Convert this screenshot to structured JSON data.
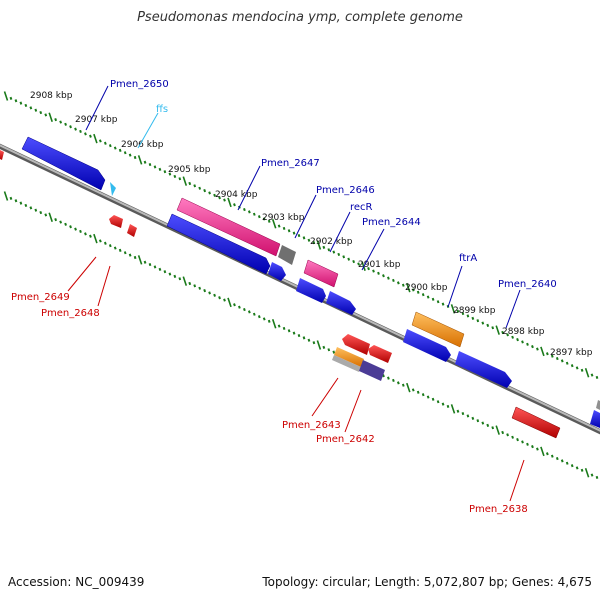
{
  "title": "Pseudomonas mendocina ymp, complete genome",
  "footer": {
    "accession": "Accession: NC_009439",
    "summary": "Topology: circular; Length: 5,072,807 bp; Genes: 4,675"
  },
  "kbp_ticks": [
    "2908 kbp",
    "2907 kbp",
    "2906 kbp",
    "2905 kbp",
    "2904 kbp",
    "2903 kbp",
    "2902 kbp",
    "2901 kbp",
    "2900 kbp",
    "2899 kbp",
    "2898 kbp",
    "2897 kbp"
  ],
  "gene_labels": {
    "above": [
      "Pmen_2650",
      "ffs",
      "Pmen_2647",
      "Pmen_2646",
      "recR",
      "Pmen_2644",
      "ftrA",
      "Pmen_2640"
    ],
    "below": [
      "Pmen_2649",
      "Pmen_2648",
      "Pmen_2643",
      "Pmen_2642",
      "Pmen_2638"
    ]
  },
  "colors": {
    "forward_gene": "#0000ee",
    "reverse_gene": "#ee0000",
    "rna": "#33bbee",
    "pink_feature": "#ee2a8c",
    "orange_feature": "#f0900a",
    "gray_feature": "#707070",
    "purple_feature": "#4b3c96",
    "backbone": "#8a8a8a",
    "tick": "#1a7a1a"
  }
}
